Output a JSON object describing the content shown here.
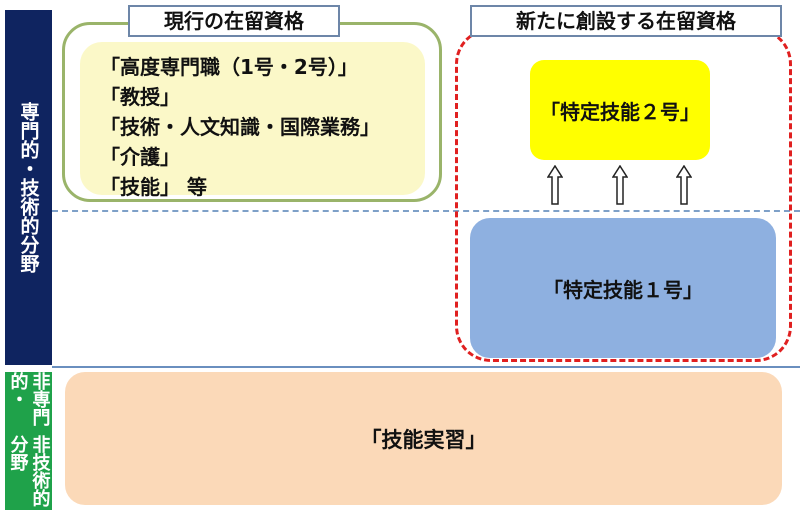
{
  "side": {
    "professional": "専門的・技術的分野",
    "nonprof_col1": "非専門的・",
    "nonprof_col2": "非技術的分野"
  },
  "current": {
    "title": "現行の在留資格",
    "items": [
      "「高度専門職（1号・2号）」",
      "「教授」",
      "「技術・人文知識・国際業務」",
      "「介護」",
      "「技能」 等"
    ]
  },
  "new": {
    "title": "新たに創設する在留資格",
    "tier2": "「特定技能２号」",
    "tier1": "「特定技能１号」"
  },
  "training": "「技能実習」"
}
